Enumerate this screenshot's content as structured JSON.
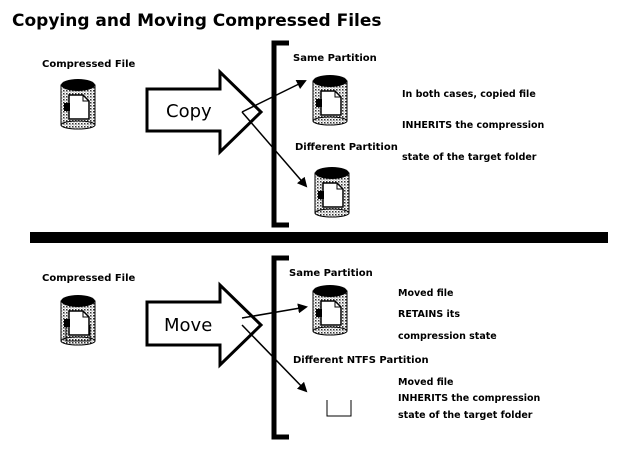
{
  "title": "Copying and Moving Compressed Files",
  "copy_section": {
    "source_label": "Compressed File",
    "action_label": "Copy",
    "same_partition_label": "Same Partition",
    "different_partition_label": "Different Partition",
    "note_lines": [
      "In both cases, copied file",
      "INHERITS the compression",
      "state of the target folder"
    ]
  },
  "move_section": {
    "source_label": "Compressed File",
    "action_label": "Move",
    "same_partition_label": "Same Partition",
    "different_partition_label": "Different NTFS Partition",
    "same_note_lines": [
      "Moved file",
      "RETAINS its",
      "compression state"
    ],
    "different_note_lines": [
      "Moved file",
      "INHERITS the compression",
      "state of the target folder"
    ]
  },
  "icons": {
    "disk": "compressed-disk-icon",
    "file": "file-icon",
    "arrow": "block-arrow"
  },
  "colors": {
    "ink": "#000000",
    "background": "#ffffff",
    "disk_fill": "#b8b8b8"
  }
}
